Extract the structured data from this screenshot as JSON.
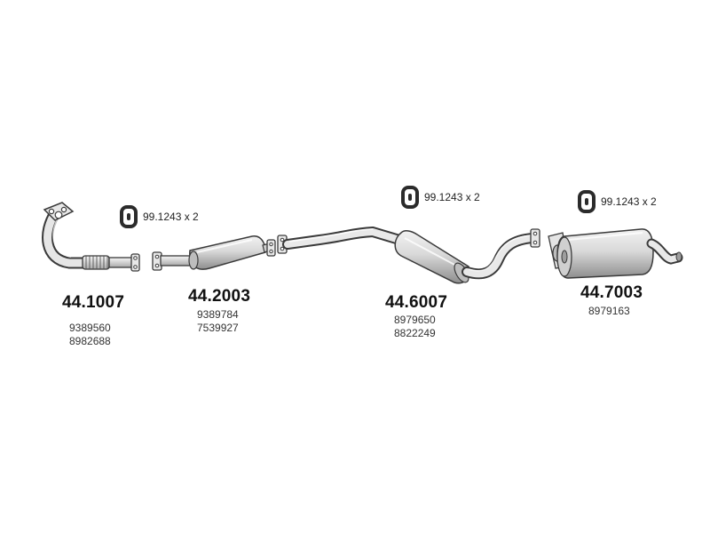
{
  "parts": [
    {
      "part_number": "44.1007",
      "oem": [
        "9389560",
        "8982688"
      ]
    },
    {
      "part_number": "44.2003",
      "oem": [
        "9389784",
        "7539927"
      ]
    },
    {
      "part_number": "44.6007",
      "oem": [
        "8979650",
        "8822249"
      ]
    },
    {
      "part_number": "44.7003",
      "oem": [
        "8979163"
      ]
    }
  ],
  "mount_rings": [
    {
      "label": "99.1243 x 2"
    },
    {
      "label": "99.1243 x 2"
    },
    {
      "label": "99.1243 x 2"
    }
  ],
  "colors": {
    "line": "#3a3a3a",
    "body_fill": "#d8d8d8",
    "text": "#111111"
  }
}
